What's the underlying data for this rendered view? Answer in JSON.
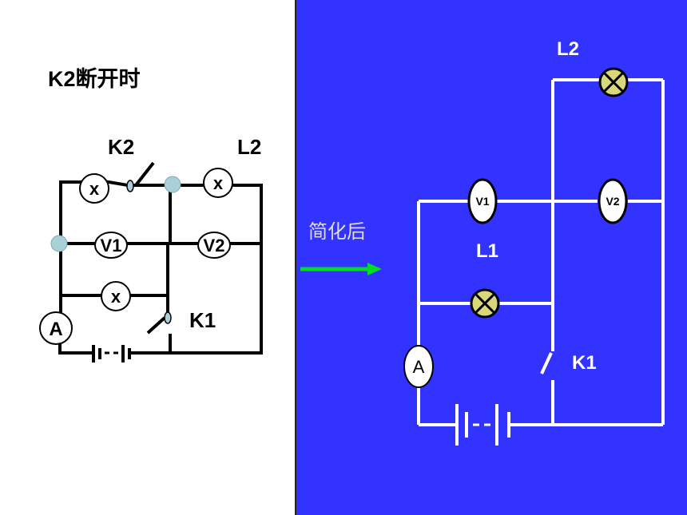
{
  "left": {
    "title": "K2断开时",
    "k2_label": "K2",
    "l2_label": "L2",
    "k1_label": "K1",
    "lamp_x": "x",
    "v1": "V1",
    "v2": "V2",
    "ammeter": "A"
  },
  "middle": {
    "caption": "简化后",
    "arrow_color": "#00dd22"
  },
  "right": {
    "l2_label": "L2",
    "l1_label": "L1",
    "k1_label": "K1",
    "v1": "V1",
    "v2": "V2",
    "ammeter": "A",
    "background": "#3333ff",
    "lamp_fill": "#d8d87a"
  }
}
